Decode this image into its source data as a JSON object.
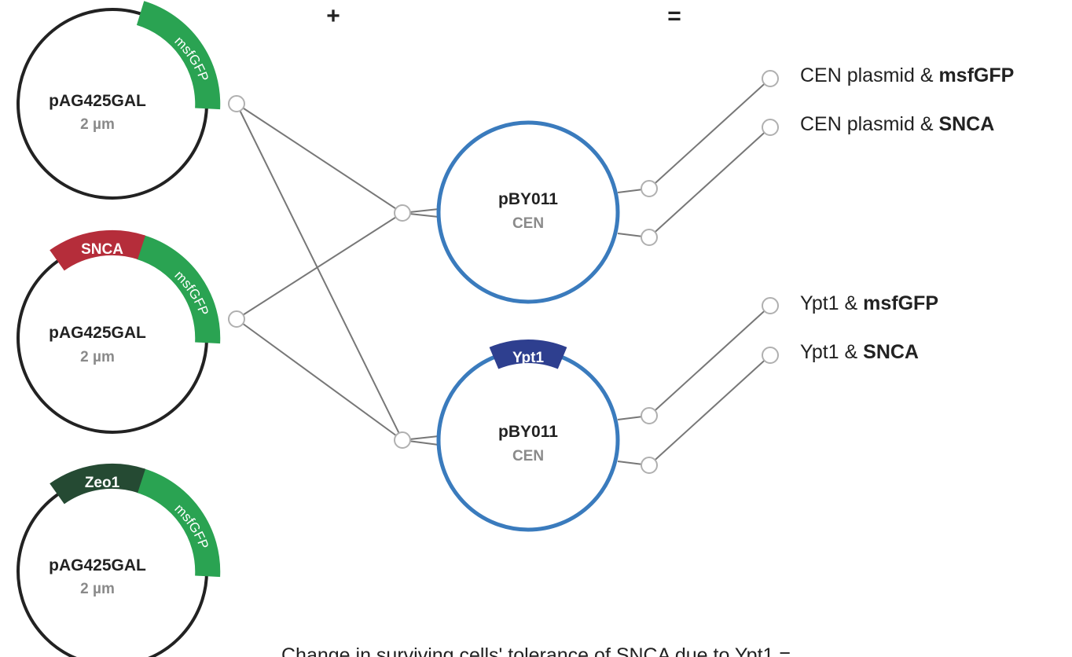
{
  "colors": {
    "msfgfp": "#2aa352",
    "snca": "#b52d3a",
    "zeo1": "#254a33",
    "ypt1": "#2e3f8f",
    "host_plasmid": "#3a7bbd",
    "library_plasmid": "#222222",
    "connector": "#777777"
  },
  "operators": {
    "plus": "+",
    "equals": "="
  },
  "library_plasmids": [
    {
      "name": "pAG425GAL",
      "origin": "2 µm",
      "gfp_label": "msfGFP",
      "tag_label": ""
    },
    {
      "name": "pAG425GAL",
      "origin": "2 µm",
      "gfp_label": "msfGFP",
      "tag_label": "SNCA"
    },
    {
      "name": "pAG425GAL",
      "origin": "2 µm",
      "gfp_label": "msfGFP",
      "tag_label": "Zeo1"
    }
  ],
  "host_plasmids": [
    {
      "name": "pBY011",
      "origin": "CEN",
      "tag_label": ""
    },
    {
      "name": "pBY011",
      "origin": "CEN",
      "tag_label": "Ypt1"
    }
  ],
  "outcomes": [
    {
      "prefix": "CEN plasmid & ",
      "bold": "msfGFP"
    },
    {
      "prefix": "CEN plasmid & ",
      "bold": "SNCA"
    },
    {
      "prefix": "Ypt1 & ",
      "bold": "msfGFP"
    },
    {
      "prefix": "Ypt1 & ",
      "bold": "SNCA"
    }
  ],
  "caption": "Change in surviving cells' tolerance of SNCA due to Ypt1 ="
}
